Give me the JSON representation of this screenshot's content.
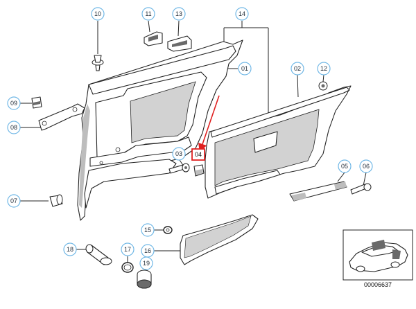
{
  "diagram": {
    "callouts": [
      {
        "id": "c10",
        "label": "10"
      },
      {
        "id": "c11",
        "label": "11"
      },
      {
        "id": "c13",
        "label": "13"
      },
      {
        "id": "c14",
        "label": "14"
      },
      {
        "id": "c01",
        "label": "01"
      },
      {
        "id": "c02",
        "label": "02"
      },
      {
        "id": "c12",
        "label": "12"
      },
      {
        "id": "c09",
        "label": "09"
      },
      {
        "id": "c08",
        "label": "08"
      },
      {
        "id": "c03",
        "label": "03"
      },
      {
        "id": "c04",
        "label": "04"
      },
      {
        "id": "c05",
        "label": "05"
      },
      {
        "id": "c06",
        "label": "06"
      },
      {
        "id": "c07",
        "label": "07"
      },
      {
        "id": "c15",
        "label": "15"
      },
      {
        "id": "c18",
        "label": "18"
      },
      {
        "id": "c17",
        "label": "17"
      },
      {
        "id": "c16",
        "label": "16"
      },
      {
        "id": "c19",
        "label": "19"
      }
    ],
    "highlight": {
      "label": "04",
      "color": "#e02020"
    },
    "reference_number": "00006637",
    "colors": {
      "callout_fill": "#ffffff",
      "callout_stroke": "#6fb7e6",
      "line": "#222222",
      "shade": "#bdbdbd"
    }
  }
}
